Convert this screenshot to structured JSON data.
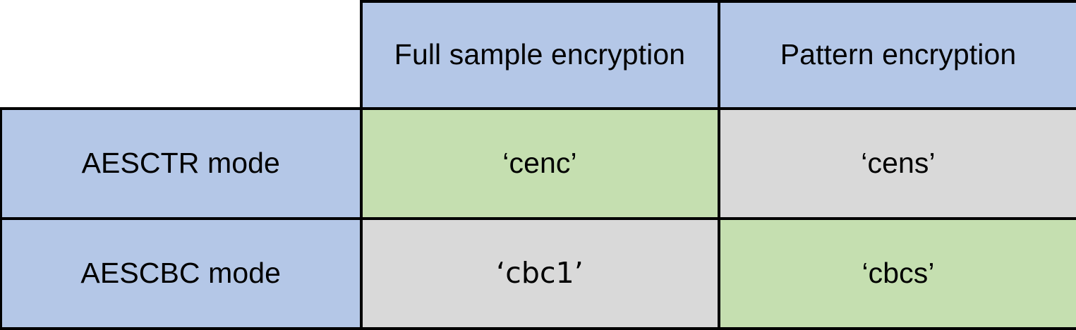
{
  "table": {
    "corner_label": "",
    "column_headers": [
      {
        "id": "full-sample-encryption",
        "label": "Full sample encryption"
      },
      {
        "id": "pattern-encryption",
        "label": "Pattern encryption"
      }
    ],
    "rows": [
      {
        "id": "aesctr-mode",
        "header": "AESCTR mode",
        "cells": [
          {
            "id": "cenc",
            "value": "‘cenc’",
            "fill": "green"
          },
          {
            "id": "cens",
            "value": "‘cens’",
            "fill": "grey"
          }
        ]
      },
      {
        "id": "aescbc-mode",
        "header": "AESCBC mode",
        "cells": [
          {
            "id": "cbc1",
            "value": "‘cbc1’",
            "fill": "grey"
          },
          {
            "id": "cbcs",
            "value": "‘cbcs’",
            "fill": "green"
          }
        ]
      }
    ]
  },
  "colors": {
    "header_blue": "#b4c7e7",
    "fill_green": "#c5dfb0",
    "fill_grey": "#d9d9d9",
    "border_black": "#000000",
    "background_white": "#ffffff",
    "text_black": "#000000"
  }
}
